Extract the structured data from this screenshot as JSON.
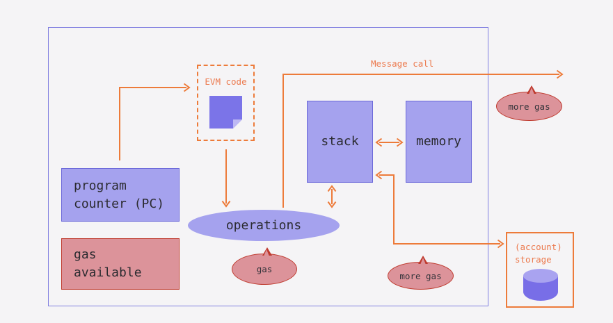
{
  "diagram": {
    "title_context": "EVM execution diagram",
    "nodes": {
      "program_counter": {
        "label": "program\ncounter (PC)",
        "color": "#a5a2ee"
      },
      "gas_available": {
        "label": "gas\navailable",
        "color": "#dc939a"
      },
      "evm_code": {
        "label": "EVM code",
        "border": "dashed",
        "color": "#ed7b3a",
        "icon": "sticky-note-icon"
      },
      "operations": {
        "label": "operations",
        "shape": "ellipse",
        "color": "#a5a2ee"
      },
      "stack": {
        "label": "stack",
        "color": "#a5a2ee"
      },
      "memory": {
        "label": "memory",
        "color": "#a5a2ee"
      },
      "account_storage": {
        "label": "(account)\nstorage",
        "color": "#ed7b3a",
        "icon": "database-icon"
      }
    },
    "bubbles": {
      "gas": {
        "label": "gas",
        "color": "#dc939a"
      },
      "more_gas_top": {
        "label": "more gas",
        "color": "#dc939a"
      },
      "more_gas_bottom": {
        "label": "more gas",
        "color": "#dc939a"
      }
    },
    "labels": {
      "message_call": "Message call"
    },
    "edges": [
      {
        "from": "program_counter",
        "to": "evm_code",
        "arrow": "single"
      },
      {
        "from": "evm_code",
        "to": "operations",
        "arrow": "single"
      },
      {
        "from": "operations",
        "to": "outside",
        "label": "Message call",
        "arrow": "single"
      },
      {
        "from": "stack",
        "to": "memory",
        "arrow": "double"
      },
      {
        "from": "operations",
        "to": "stack",
        "arrow": "double"
      },
      {
        "from": "stack",
        "to": "account_storage",
        "arrow": "double"
      }
    ],
    "colors": {
      "background": "#f5f4f6",
      "frame_border": "#7f7de0",
      "purple_fill": "#a5a2ee",
      "purple_border": "#6b68d9",
      "red_fill": "#dc939a",
      "red_border": "#bf3a2e",
      "orange_line": "#ed7b3a",
      "orange_text": "#ec7a4e",
      "note_fill": "#7b74e8",
      "cylinder_fill": "#786ee7",
      "text": "#2b2b30"
    }
  }
}
